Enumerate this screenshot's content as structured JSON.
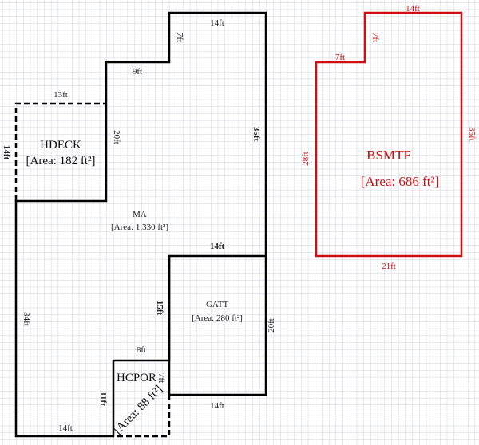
{
  "colors": {
    "grid": "#cfd2dc",
    "line": "#000000",
    "sketch_red": "#d01010"
  },
  "areas": {
    "hdeck": {
      "name": "HDECK",
      "area": "[Area: 182 ft²]"
    },
    "ma": {
      "name": "MA",
      "area": "[Area: 1,330 ft²]"
    },
    "gatt": {
      "name": "GATT",
      "area": "[Area: 280 ft²]"
    },
    "hcpor": {
      "name": "HCPOR",
      "area": "[Area: 88 ft²]"
    },
    "bsmtf": {
      "name": "BSMTF",
      "area": "[Area: 686 ft²]"
    }
  },
  "dims": {
    "ma_top": "14ft",
    "ma_step_v": "7ft",
    "ma_step_h": "9ft",
    "ma_right": "35ft",
    "ma_left_mid": "20ft",
    "ma_left": "34ft",
    "ma_bottom": "14ft",
    "hdeck_top": "13ft",
    "hdeck_left": "14ft",
    "gatt_top": "14ft",
    "gatt_left": "15ft",
    "gatt_right": "20ft",
    "gatt_bottom": "14ft",
    "hcpor_top": "8ft",
    "hcpor_left": "11ft",
    "hcpor_right": "7ft",
    "bsmtf_top": "14ft",
    "bsmtf_step_v": "7ft",
    "bsmtf_step_h": "7ft",
    "bsmtf_right": "35ft",
    "bsmtf_left": "28ft",
    "bsmtf_bottom": "21ft"
  }
}
